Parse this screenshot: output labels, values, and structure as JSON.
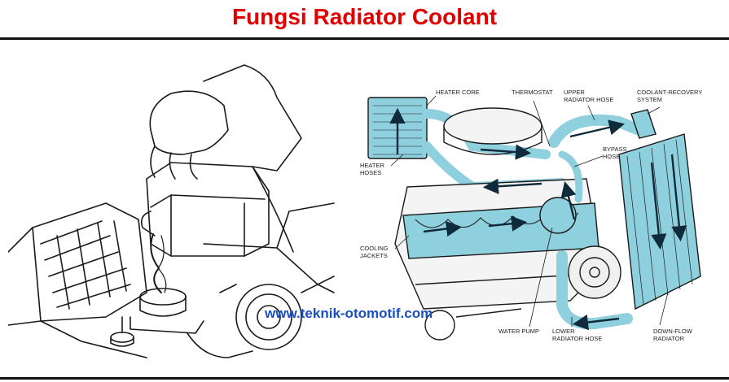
{
  "header": {
    "title": "Fungsi Radiator Coolant",
    "title_color": "#e00000"
  },
  "watermark": {
    "text": "www.teknik-otomotif.com",
    "color": "#1a4fc4"
  },
  "colors": {
    "coolant": "#8fd0de",
    "ink": "#1a1a1a",
    "arrow": "#0f2a3a"
  },
  "diagram": {
    "labels": {
      "heater_core": "HEATER CORE",
      "thermostat": "THERMOSTAT",
      "upper_radiator_hose": "UPPER\nRADIATOR HOSE",
      "coolant_recovery_system": "COOLANT-RECOVERY\nSYSTEM",
      "heater_hoses": "HEATER\nHOSES",
      "bypass_hose": "BYPASS\nHOSE",
      "cooling_jackets": "COOLING\nJACKETS",
      "water_pump": "WATER PUMP",
      "lower_radiator_hose": "LOWER\nRADIATOR HOSE",
      "down_flow_radiator": "DOWN-FLOW\nRADIATOR"
    }
  }
}
